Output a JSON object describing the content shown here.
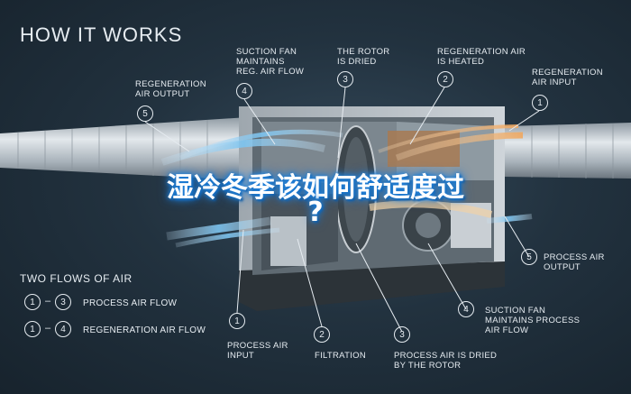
{
  "title": "HOW IT WORKS",
  "overlay": {
    "line1": "湿冷冬季该如何舒适度过",
    "line2": "?"
  },
  "callouts": [
    {
      "num": "5",
      "label": "REGENERATION\nAIR OUTPUT"
    },
    {
      "num": "4",
      "label": "SUCTION FAN\nMAINTAINS\nREG. AIR FLOW"
    },
    {
      "num": "3",
      "label": "THE ROTOR\nIS DRIED"
    },
    {
      "num": "2",
      "label": "REGENERATION AIR\nIS HEATED"
    },
    {
      "num": "1",
      "label": "REGENERATION\nAIR INPUT"
    },
    {
      "num": "5",
      "label": "PROCESS AIR\nOUTPUT"
    },
    {
      "num": "4",
      "label": "SUCTION FAN\nMAINTAINS PROCESS\nAIR FLOW"
    },
    {
      "num": "1",
      "label": "PROCESS AIR\nINPUT"
    },
    {
      "num": "2",
      "label": "FILTRATION"
    },
    {
      "num": "3",
      "label": "PROCESS AIR IS DRIED\nBY THE ROTOR"
    }
  ],
  "legend": {
    "title": "TWO FLOWS OF AIR",
    "rows": [
      {
        "from": "1",
        "to": "3",
        "label": "PROCESS AIR FLOW"
      },
      {
        "from": "1",
        "to": "4",
        "label": "REGENERATION AIR FLOW"
      }
    ]
  },
  "colors": {
    "background": "#1c2a36",
    "line": "#e6ecf1",
    "overlay_glow": "#1f7fd8",
    "process_air": "#7cc4f0",
    "regeneration_air": "#f0a860"
  }
}
